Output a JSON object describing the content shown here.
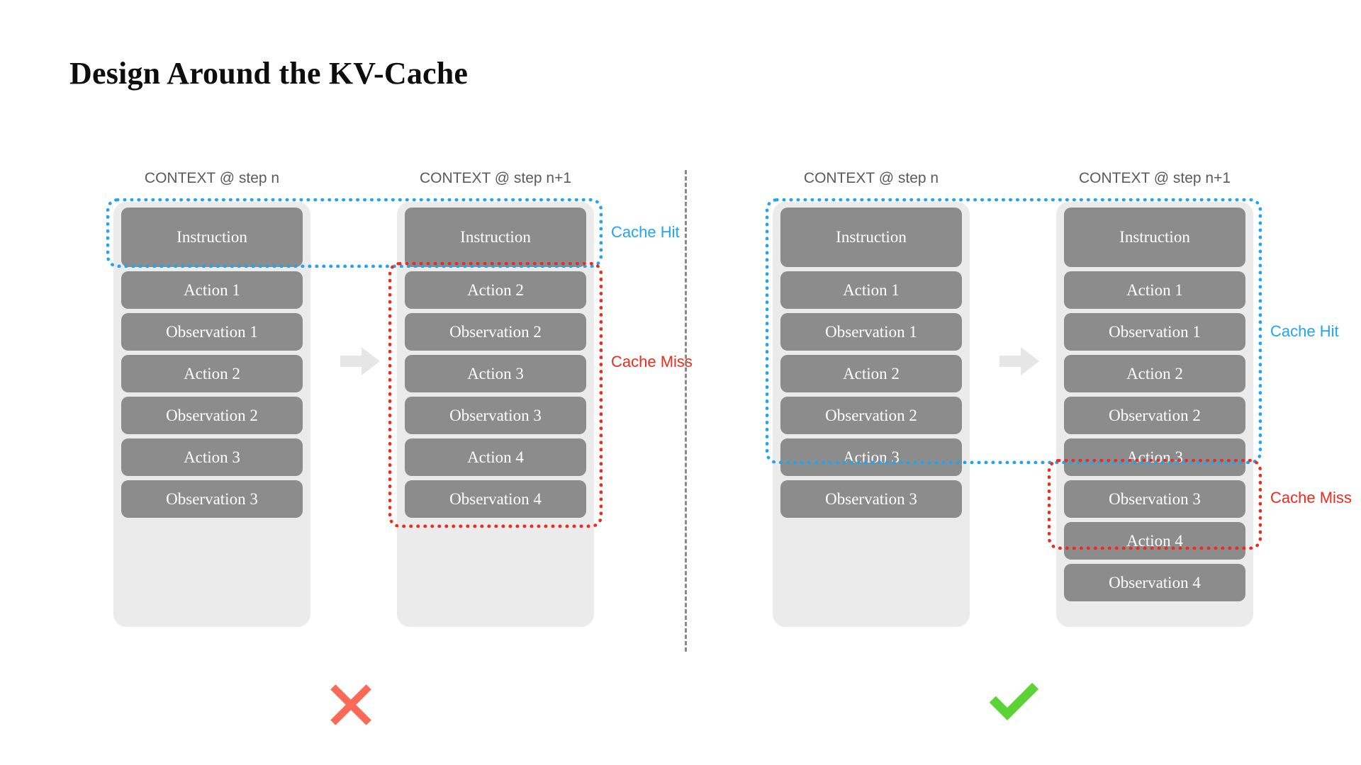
{
  "title": "Design Around the KV-Cache",
  "colors": {
    "cache_hit": "#22a5ef",
    "cache_miss": "#f02b1d",
    "item_fill": "#8c8c8c",
    "container_fill": "#ebebeb",
    "cross": "#fa6a57",
    "check": "#5bd334"
  },
  "labels": {
    "cache_hit": "Cache Hit",
    "cache_miss": "Cache Miss",
    "header_step_n": "CONTEXT @ step n",
    "header_step_n1": "CONTEXT @ step n+1"
  },
  "panels": [
    {
      "name": "bad-example",
      "verdict": "cross",
      "columns": [
        {
          "header": "CONTEXT @ step n",
          "items": [
            "Instruction",
            "Action 1",
            "Observation 1",
            "Action 2",
            "Observation 2",
            "Action 3",
            "Observation 3"
          ]
        },
        {
          "header": "CONTEXT @ step n+1",
          "items": [
            "Instruction",
            "Action 2",
            "Observation 2",
            "Action 3",
            "Observation 3",
            "Action 4",
            "Observation 4"
          ]
        }
      ],
      "highlights": [
        {
          "kind": "hit",
          "label": "Cache Hit",
          "spans": "instruction-row-only"
        },
        {
          "kind": "miss",
          "label": "Cache Miss",
          "spans": "action2-through-observation4"
        }
      ]
    },
    {
      "name": "good-example",
      "verdict": "check",
      "columns": [
        {
          "header": "CONTEXT @ step n",
          "items": [
            "Instruction",
            "Action 1",
            "Observation 1",
            "Action 2",
            "Observation 2",
            "Action 3",
            "Observation 3"
          ]
        },
        {
          "header": "CONTEXT @ step n+1",
          "items": [
            "Instruction",
            "Action 1",
            "Observation 1",
            "Action 2",
            "Observation 2",
            "Action 3",
            "Observation 3",
            "Action 4",
            "Observation 4"
          ]
        }
      ],
      "highlights": [
        {
          "kind": "hit",
          "label": "Cache Hit",
          "spans": "instruction-through-observation3"
        },
        {
          "kind": "miss",
          "label": "Cache Miss",
          "spans": "action4-and-observation4"
        }
      ]
    }
  ]
}
